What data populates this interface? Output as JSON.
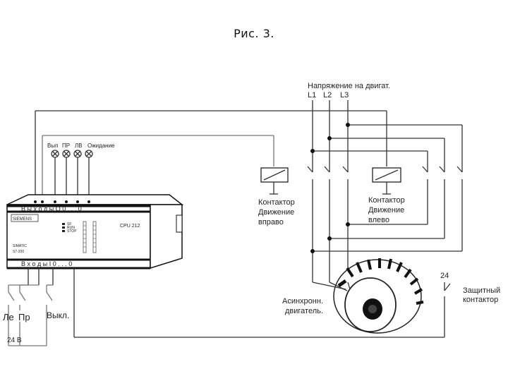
{
  "figure": {
    "title": "Рис. 3."
  },
  "supply": {
    "label": "Напряжение на двигат.",
    "phases": [
      "L1",
      "L2",
      "L3"
    ]
  },
  "lamps": {
    "labels": [
      "Вып",
      "ПР",
      "ЛВ",
      "Ожидание"
    ]
  },
  "plc": {
    "outputs_label": "В ы х о д ы   Q 0 . . . 0",
    "inputs_label": "В х о д ы   I 0 . . . 0",
    "brand": "SIEMENS",
    "cpu": "CPU 212",
    "status": [
      "SF",
      "RUN",
      "STOP"
    ],
    "simatic": "SIMATIC",
    "model": "S7-200"
  },
  "contactor_right": {
    "line1": "Контактор",
    "line2": "Движение",
    "line3": "вправо"
  },
  "contactor_left": {
    "line1": "Контактор",
    "line2": "Движение",
    "line3": "влево"
  },
  "motor": {
    "line1": "Асинхронн.",
    "line2": "двигатель."
  },
  "protection": {
    "voltage": "24",
    "line1": "Защитный",
    "line2": "контактор"
  },
  "switches": {
    "left": "Ле",
    "right": "Пр",
    "off": "Выкл.",
    "voltage": "24 В"
  }
}
